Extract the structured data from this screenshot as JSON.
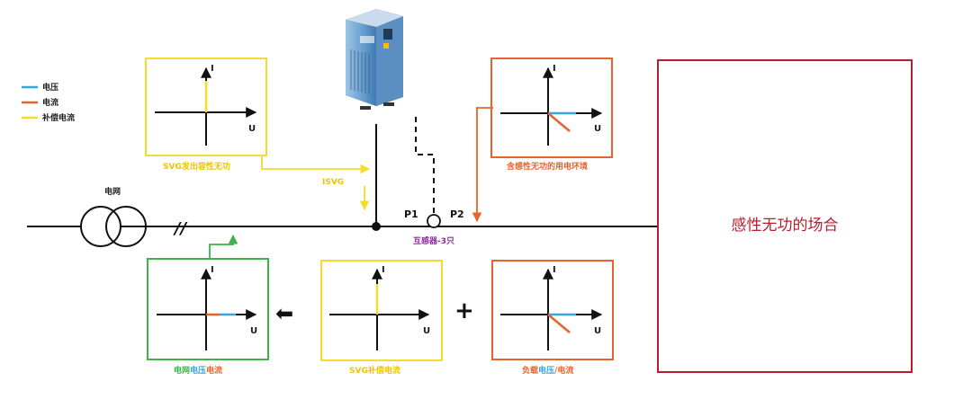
{
  "legend": {
    "items": [
      {
        "label": "电压",
        "color": "#3aa6dd"
      },
      {
        "label": "电流",
        "color": "#e8632a"
      },
      {
        "label": "补偿电流",
        "color": "#f2dd2c"
      }
    ]
  },
  "colors": {
    "voltage": "#3aa6dd",
    "current": "#e8632a",
    "compensation": "#f2dd2c",
    "svg_frame": "#f2dd2c",
    "load_frame": "#e8632a",
    "grid_frame": "#3db34a",
    "site_frame": "#b3202e",
    "ct_label": "#8e2d9e",
    "wire": "#111111"
  },
  "axes": {
    "y_label": "I",
    "x_label": "U"
  },
  "grid": {
    "label": "电网"
  },
  "svg_device": {
    "label": "SVG发出容性无功",
    "current_label": "ISVG"
  },
  "inductive_env": {
    "label": "含感性无功的用电环境"
  },
  "ct": {
    "label": "互感器-3只",
    "p1": "P1",
    "p2": "P2"
  },
  "site": {
    "title": "感性无功的场合"
  },
  "bottom": {
    "grid_caption": {
      "part1": "电网",
      "part2": "电压",
      "part3": "电流"
    },
    "svg_caption": "SVG补偿电流",
    "load_caption": {
      "part1": "负载",
      "part2": "电压",
      "part3": "/电流"
    },
    "plus": "+"
  },
  "glyphs": {
    "arrow_left": "⬅",
    "double_slash": "//"
  }
}
